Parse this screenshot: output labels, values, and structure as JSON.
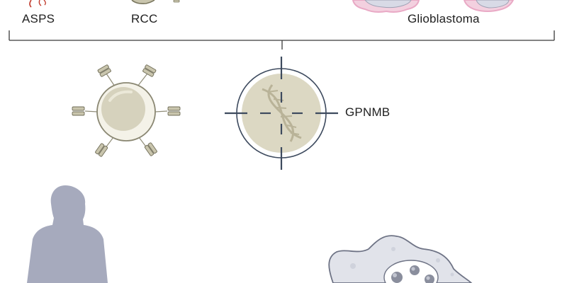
{
  "labels": {
    "asps": "ASPS",
    "rcc": "RCC",
    "glioblastoma": "Glioblastoma",
    "target": "GPNMB"
  },
  "colors": {
    "text": "#1f1f1f",
    "bracket": "#3a3a3a",
    "crosshair": "#3d4a5e",
    "target_fill": "#dcd8c3",
    "cell_fill": "#f4f2e8",
    "nucleus": "#d6d2bd",
    "receptor": "#b5b29b",
    "dna": "#b9b398",
    "person": "#a6aabd",
    "macrophage": "#e1e3ea",
    "vacuole": "#8a8e9d",
    "tumor_pink": "#e9a9c5",
    "tumor_lilac": "#d8dae6",
    "asps_red": "#c0392b"
  },
  "icons": [
    "car-t-cell-icon",
    "dna-target-icon",
    "person-silhouette-icon",
    "macrophage-icon",
    "tumor-cluster-icon",
    "asps-vessel-icon",
    "rcc-kidney-icon"
  ]
}
